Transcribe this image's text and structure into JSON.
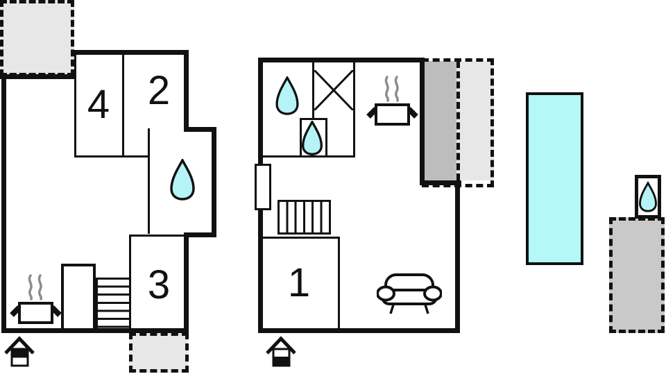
{
  "colors": {
    "wall": "#111111",
    "water": "#b5f3f6",
    "pool": "#b5f8f8",
    "terrace_light": "#e7e7e7",
    "balcony_dark": "#bdbdbd",
    "terrace_medium": "#c9c9c9",
    "steam": "#8c8c8c",
    "background": "#ffffff"
  },
  "left_floor": {
    "name": "left-floor-plan",
    "rooms": {
      "room4": "4",
      "room2": "2",
      "room3": "3"
    },
    "features": [
      "dashed-terrace-top-left",
      "bathroom-water-drop",
      "kitchen-pot-with-steam",
      "staircase",
      "closet",
      "dashed-terrace-bottom",
      "entrance-marker"
    ]
  },
  "right_floor": {
    "name": "right-floor-plan",
    "rooms": {
      "room1": "1"
    },
    "features": [
      "bathroom-water-drops",
      "shower-crossed-box",
      "kitchen-pot-with-steam",
      "staircase",
      "sofa",
      "door",
      "dark-balcony",
      "dashed-terrace",
      "entrance-marker"
    ]
  },
  "outdoor": {
    "features": [
      "swimming-pool",
      "outdoor-shower-water-drop",
      "dashed-terrace-right"
    ]
  }
}
